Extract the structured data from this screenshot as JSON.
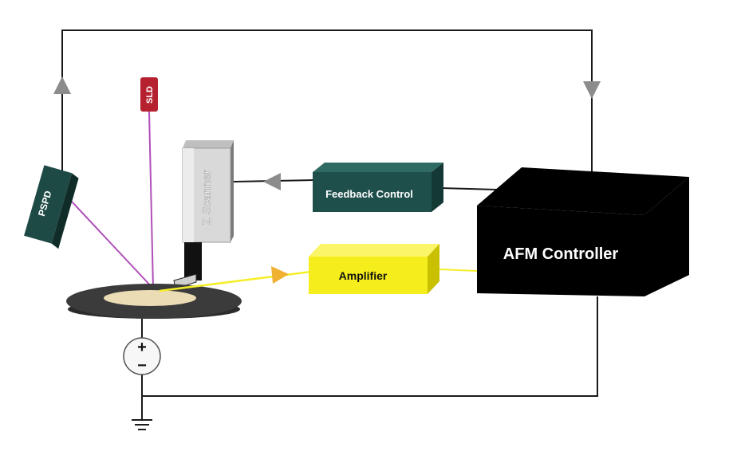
{
  "labels": {
    "sld": "SLD",
    "pspd": "PSPD",
    "z_scanner": "Z Scanner",
    "feedback_control": "Feedback Control",
    "amplifier": "Amplifier",
    "afm_controller": "AFM Controller",
    "plus": "+",
    "minus": "−"
  },
  "colors": {
    "wire": "#1a1a1a",
    "arrow_gray": "#8c8c8c",
    "sld_red": "#b5212f",
    "laser_purple": "#b04fb8",
    "signal_yellow": "#f5ee2a",
    "arrow_orange": "#f0b030",
    "feedback_teal": "#1f4f4b",
    "pspd_teal": "#1e4a46",
    "controller_black": "#000000",
    "sample_disk": "#3b3b3b",
    "sample_pad": "#ecdcb6"
  }
}
